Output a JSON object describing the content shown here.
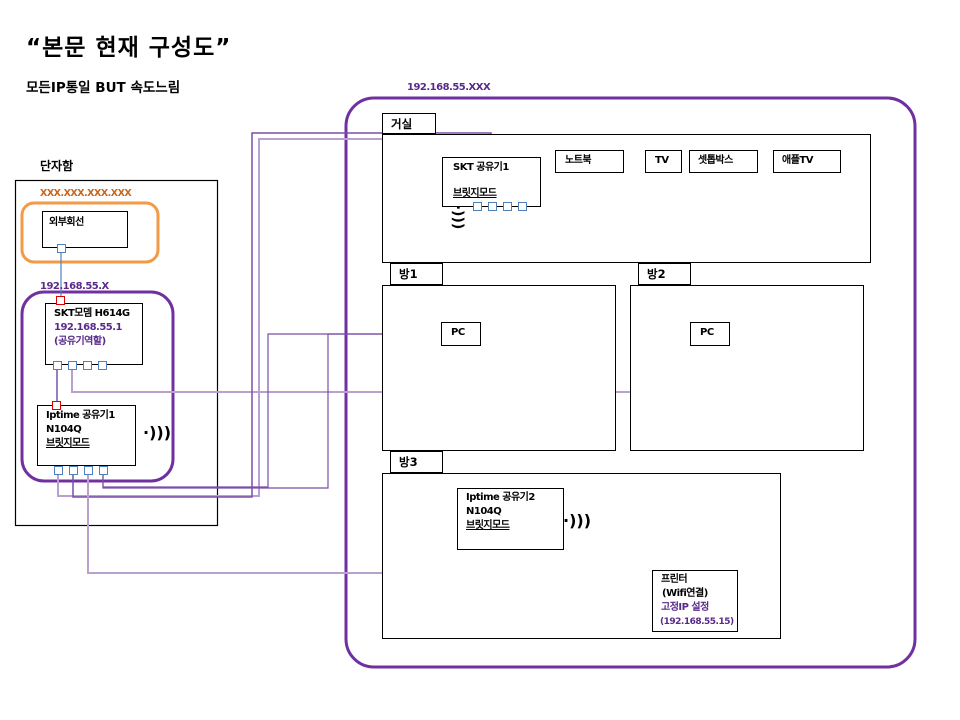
{
  "header": {
    "title": "“본문 현재 구성도”",
    "subtitle": "모든IP통일 BUT 속도느림"
  },
  "terminal_box": {
    "label": "단자함",
    "external_ip": "XXX.XXX.XXX.XXX",
    "external_line": "외부회선",
    "internal_subnet": "192.168.55.X",
    "modem": {
      "name": "SKT모뎀 H614G",
      "ip": "192.168.55.1",
      "role": "(공유기역할)"
    },
    "router1": {
      "name": "Iptime 공유기1",
      "model": "N104Q",
      "mode": "브릿지모드"
    }
  },
  "house": {
    "subnet": "192.168.55.XXX",
    "rooms": {
      "living": {
        "label": "거실",
        "router": {
          "name": "SKT 공유기1",
          "mode": "브릿지모드"
        },
        "devices": [
          "노트북",
          "TV",
          "셋톱박스",
          "애플TV"
        ]
      },
      "room1": {
        "label": "방1",
        "device": "PC"
      },
      "room2": {
        "label": "방2",
        "device": "PC"
      },
      "room3": {
        "label": "방3",
        "router": {
          "name": "Iptime 공유기2",
          "model": "N104Q",
          "mode": "브릿지모드"
        },
        "printer": {
          "name": "프린터",
          "connection": "(Wifi연결)",
          "ip_setting": "고정IP 설정",
          "ip": "(192.168.55.15)"
        }
      }
    }
  },
  "colors": {
    "orange": "#f39a48",
    "purple_dark": "#7030a0",
    "purple_line": "#7a4fa8",
    "purple_light": "#b9a0cf",
    "port_blue": "#4f81bd",
    "port_red": "#e00000",
    "gray_line": "#6d6d6d"
  }
}
